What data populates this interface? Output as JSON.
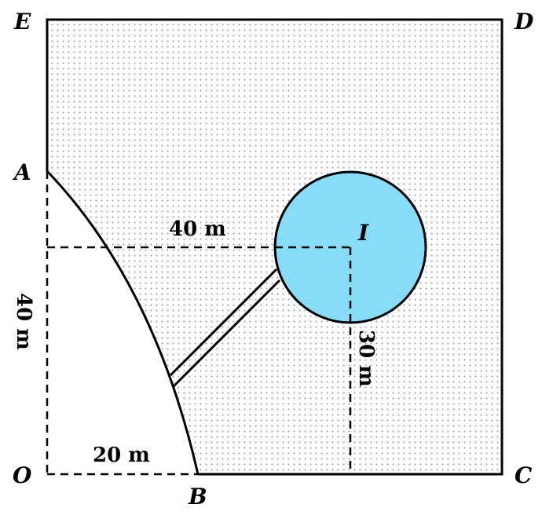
{
  "points": {
    "E": "E",
    "D": "D",
    "A": "A",
    "I": "I",
    "O": "O",
    "B": "B",
    "C": "C"
  },
  "dimensions": {
    "horizontal_top": "40 m",
    "vertical_left": "40 m",
    "vertical_right": "30 m",
    "horizontal_bottom": "20 m"
  },
  "colors": {
    "pool_fill": "#87dcf7",
    "dot_pattern": "#9a9a9a",
    "stroke": "#000000"
  }
}
